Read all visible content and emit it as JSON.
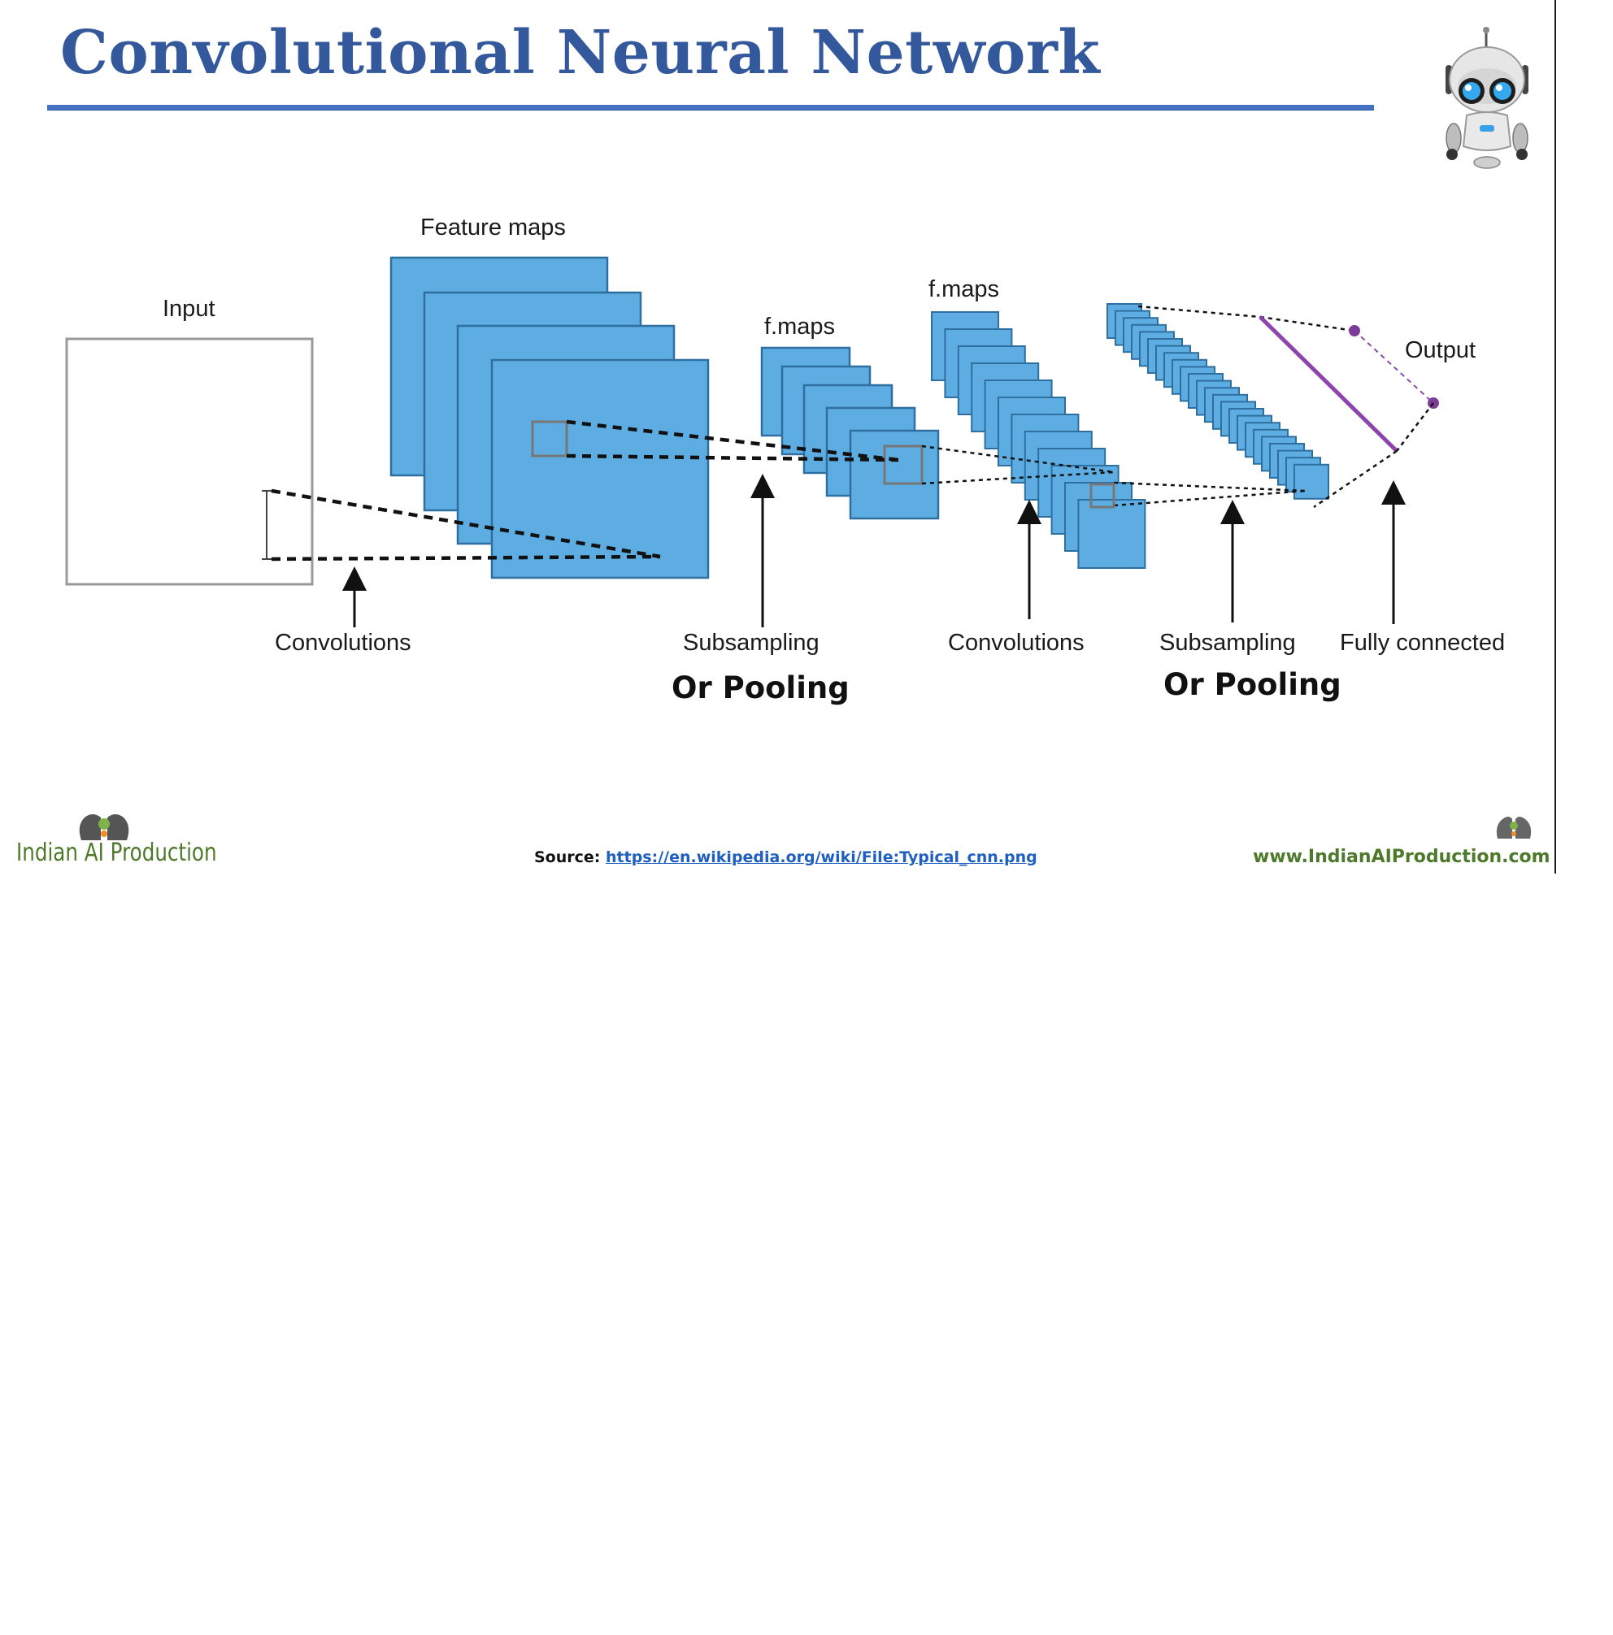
{
  "slide": {
    "title": "Convolutional Neural Network",
    "colors": {
      "title": "#34589c",
      "rule": "#4472c4",
      "map_fill": "#5dade2",
      "map_border": "#2e6fa0",
      "output_line": "#8e44ad",
      "brand_green": "#4d7a2a",
      "link": "#1f5fbf"
    }
  },
  "diagram": {
    "labels": {
      "input": "Input",
      "feature_maps": "Feature maps",
      "fmaps_1": "f.maps",
      "fmaps_2": "f.maps",
      "output": "Output"
    },
    "stages": [
      {
        "label": "Convolutions",
        "sublabel": ""
      },
      {
        "label": "Subsampling",
        "sublabel": "Or Pooling"
      },
      {
        "label": "Convolutions",
        "sublabel": ""
      },
      {
        "label": "Subsampling",
        "sublabel": "Or Pooling"
      },
      {
        "label": "Fully connected",
        "sublabel": ""
      }
    ],
    "icons": {
      "mascot": "robot-mascot-icon",
      "brand": "twin-heads-logo-icon"
    }
  },
  "footer": {
    "brand_name": "Indian AI Production",
    "source_label": "Source:",
    "source_url": "https://en.wikipedia.org/wiki/File:Typical_cnn.png",
    "website": "www.IndianAIProduction.com"
  }
}
